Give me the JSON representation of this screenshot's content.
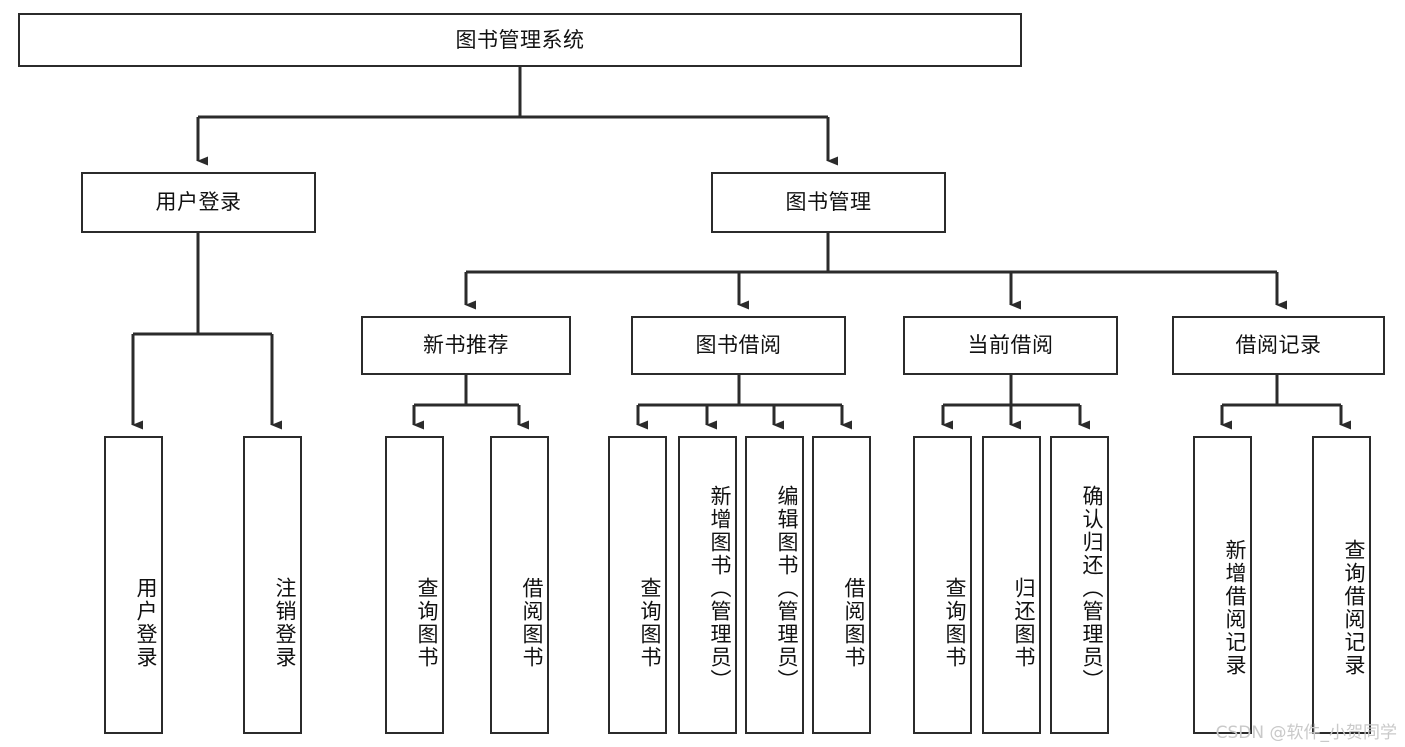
{
  "diagram": {
    "type": "tree",
    "title": "图书管理系统",
    "orientation": "top-down",
    "levels": 4,
    "edge_color": "#2b2b2b",
    "node_fill": "#ffffff",
    "node_border": "#2b2b2b",
    "text_color": "#111111",
    "root": {
      "label": "图书管理系统"
    },
    "level2": [
      {
        "label": "用户登录"
      },
      {
        "label": "图书管理"
      }
    ],
    "level3": [
      {
        "label": "新书推荐"
      },
      {
        "label": "图书借阅"
      },
      {
        "label": "当前借阅"
      },
      {
        "label": "借阅记录"
      }
    ],
    "leaves": {
      "user_login": [
        {
          "label": "用户登录"
        },
        {
          "label": "注销登录"
        }
      ],
      "new_book_recommend": [
        {
          "label": "查询图书"
        },
        {
          "label": "借阅图书"
        }
      ],
      "book_borrow": [
        {
          "label": "查询图书"
        },
        {
          "label": "新增图书（管理员）"
        },
        {
          "label": "编辑图书（管理员）"
        },
        {
          "label": "借阅图书"
        }
      ],
      "current_borrow": [
        {
          "label": "查询图书"
        },
        {
          "label": "归还图书"
        },
        {
          "label": "确认归还（管理员）"
        }
      ],
      "borrow_record": [
        {
          "label": "新增借阅记录"
        },
        {
          "label": "查询借阅记录"
        }
      ]
    }
  },
  "watermark": {
    "text": "CSDN @软件_小贺同学"
  }
}
